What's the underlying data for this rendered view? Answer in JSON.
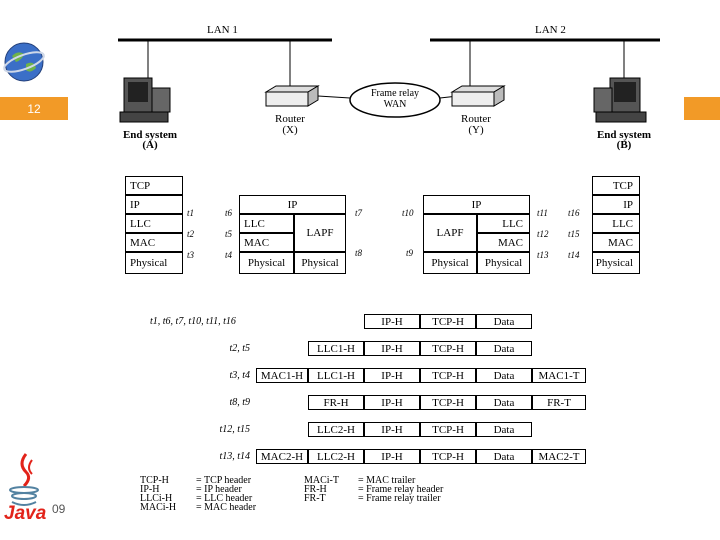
{
  "slide": {
    "badge": "12",
    "footer_number": "09",
    "java_label": "Java"
  },
  "network": {
    "lan1": "LAN 1",
    "lan2": "LAN 2",
    "wan": "Frame relay\nWAN",
    "router_x": "Router\n(X)",
    "router_y": "Router\n(Y)",
    "end_a": "End system\n(A)",
    "end_b": "End system\n(B)"
  },
  "stack_a": [
    "TCP",
    "IP",
    "LLC",
    "MAC",
    "Physical"
  ],
  "stack_x": {
    "ip": "IP",
    "llc": "LLC",
    "mac": "MAC",
    "lapf": "LAPF",
    "phys1": "Physical",
    "phys2": "Physical"
  },
  "stack_y": {
    "ip": "IP",
    "llc": "LLC",
    "mac": "MAC",
    "lapf": "LAPF",
    "phys1": "Physical",
    "phys2": "Physical"
  },
  "stack_b": [
    "TCP",
    "IP",
    "LLC",
    "MAC",
    "Physical"
  ],
  "tpoints": {
    "a": [
      "t1",
      "t2",
      "t3"
    ],
    "x_left": [
      "t6",
      "t5",
      "t4"
    ],
    "x_right": [
      "t7",
      "t8"
    ],
    "y_left": [
      "t10",
      "t9"
    ],
    "y_right": [
      "t11",
      "t12",
      "t13"
    ],
    "b": [
      "t16",
      "t15",
      "t14"
    ]
  },
  "headers": {
    "rows": [
      {
        "label": "t1, t6, t7, t10, t11, t16",
        "cells": [
          "IP-H",
          "TCP-H",
          "Data"
        ]
      },
      {
        "label": "t2, t5",
        "cells": [
          "LLC1-H",
          "IP-H",
          "TCP-H",
          "Data"
        ]
      },
      {
        "label": "t3, t4",
        "cells": [
          "MAC1-H",
          "LLC1-H",
          "IP-H",
          "TCP-H",
          "Data",
          "MAC1-T"
        ]
      },
      {
        "label": "t8, t9",
        "cells": [
          "FR-H",
          "IP-H",
          "TCP-H",
          "Data",
          "FR-T"
        ]
      },
      {
        "label": "t12, t15",
        "cells": [
          "LLC2-H",
          "IP-H",
          "TCP-H",
          "Data"
        ]
      },
      {
        "label": "t13, t14",
        "cells": [
          "MAC2-H",
          "LLC2-H",
          "IP-H",
          "TCP-H",
          "Data",
          "MAC2-T"
        ]
      }
    ]
  },
  "legend": {
    "left": [
      {
        "abbr": "TCP-H",
        "def": "= TCP header"
      },
      {
        "abbr": "IP-H",
        "def": "= IP header"
      },
      {
        "abbr": "LLCi-H",
        "def": "= LLC header"
      },
      {
        "abbr": "MACi-H",
        "def": "= MAC header"
      }
    ],
    "right": [
      {
        "abbr": "MACi-T",
        "def": "= MAC trailer"
      },
      {
        "abbr": "FR-H",
        "def": "= Frame relay header"
      },
      {
        "abbr": "FR-T",
        "def": "= Frame relay trailer"
      }
    ]
  },
  "colors": {
    "accent": "#f29a27",
    "java_red": "#e2231a",
    "java_blue": "#5382a1"
  }
}
